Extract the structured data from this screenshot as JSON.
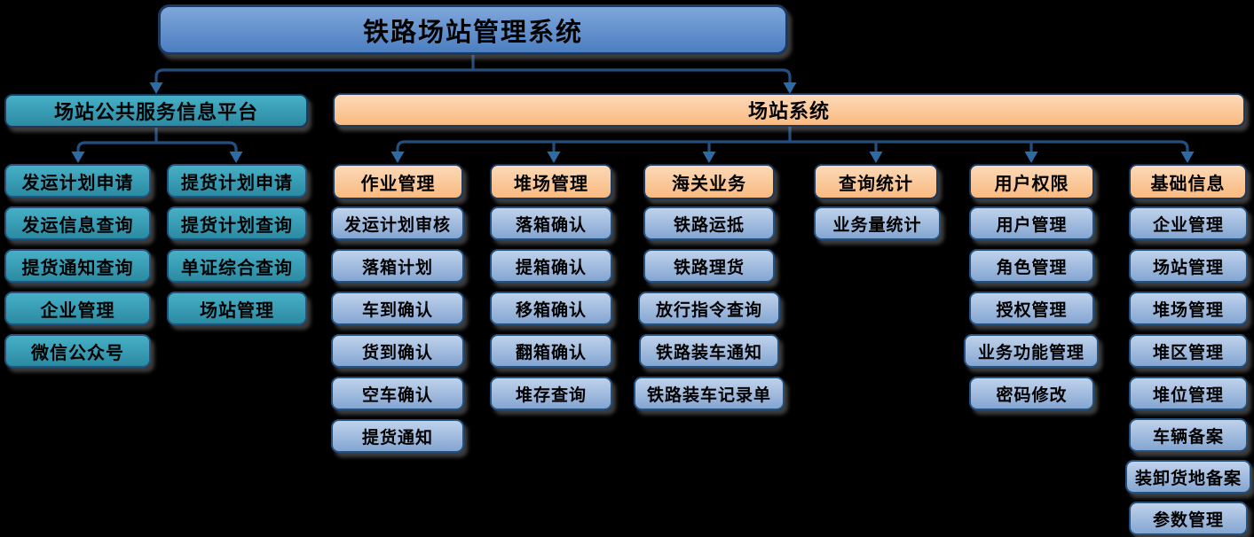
{
  "title": "铁路场站管理系统",
  "platform": {
    "label": "场站公共服务信息平台",
    "columns": [
      {
        "items": [
          "发运计划申请",
          "发运信息查询",
          "提货通知查询",
          "企业管理",
          "微信公众号"
        ]
      },
      {
        "items": [
          "提货计划申请",
          "提货计划查询",
          "单证综合查询",
          "场站管理"
        ]
      }
    ]
  },
  "system": {
    "label": "场站系统",
    "groups": [
      {
        "label": "作业管理",
        "items": [
          "发运计划审核",
          "落箱计划",
          "车到确认",
          "货到确认",
          "空车确认",
          "提货通知"
        ]
      },
      {
        "label": "堆场管理",
        "items": [
          "落箱确认",
          "提箱确认",
          "移箱确认",
          "翻箱确认",
          "堆存查询"
        ]
      },
      {
        "label": "海关业务",
        "items": [
          "铁路运抵",
          "铁路理货",
          "放行指令查询",
          "铁路装车通知",
          "铁路装车记录单"
        ]
      },
      {
        "label": "查询统计",
        "items": [
          "业务量统计"
        ]
      },
      {
        "label": "用户权限",
        "items": [
          "用户管理",
          "角色管理",
          "授权管理",
          "业务功能管理",
          "密码修改"
        ]
      },
      {
        "label": "基础信息",
        "items": [
          "企业管理",
          "场站管理",
          "堆场管理",
          "堆区管理",
          "堆位管理",
          "车辆备案",
          "装卸货地备案",
          "参数管理"
        ]
      }
    ]
  },
  "colors": {
    "bg": "#000000",
    "titleTop": "#7fa7da",
    "titleBottom": "#4c7ec1",
    "tealTop": "#46b0c7",
    "tealBottom": "#2b8aa2",
    "orangeTop": "#fcd9b8",
    "orangeBottom": "#f9ba80",
    "blueTop": "#c0d2eb",
    "blueBottom": "#84a6d2",
    "borderDark": "#1b3a60",
    "borderMid": "#24527f",
    "connector": "#234f7f",
    "arrow": "#2e6ba3"
  }
}
